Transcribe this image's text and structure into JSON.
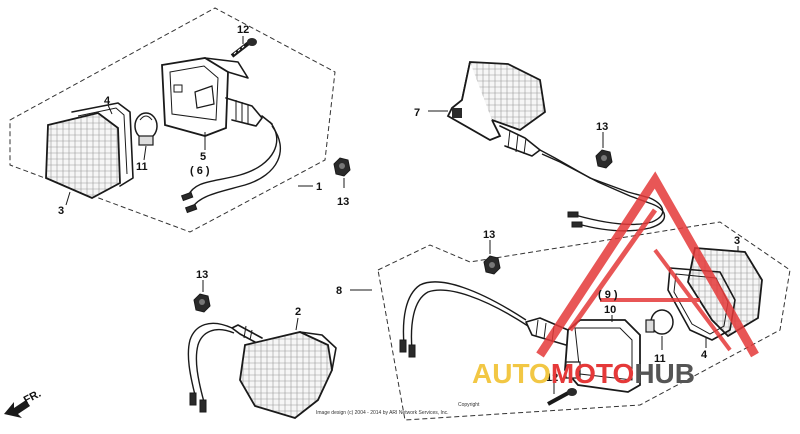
{
  "diagram": {
    "callouts": {
      "c1": "1",
      "c2": "2",
      "c3a": "3",
      "c3b": "3",
      "c4a": "4",
      "c4b": "4",
      "c5": "5",
      "c6": "( 6 )",
      "c7": "7",
      "c8": "8",
      "c9": "( 9 )",
      "c10": "10",
      "c11a": "11",
      "c11b": "11",
      "c12a": "12",
      "c12b": "12",
      "c13a": "13",
      "c13b": "13",
      "c13c": "13",
      "c13d": "13"
    },
    "direction_label": "FR.",
    "copyright_title": "Copyright",
    "copyright_text": "Image design (c) 2004 - 2014 by ARI Network Services, Inc.",
    "watermark": {
      "part1": "AUTO",
      "part2": "MOTO",
      "part3": "HUB",
      "color_gold": "#F2C744",
      "color_red": "#E53939",
      "color_gray": "#555555"
    }
  }
}
